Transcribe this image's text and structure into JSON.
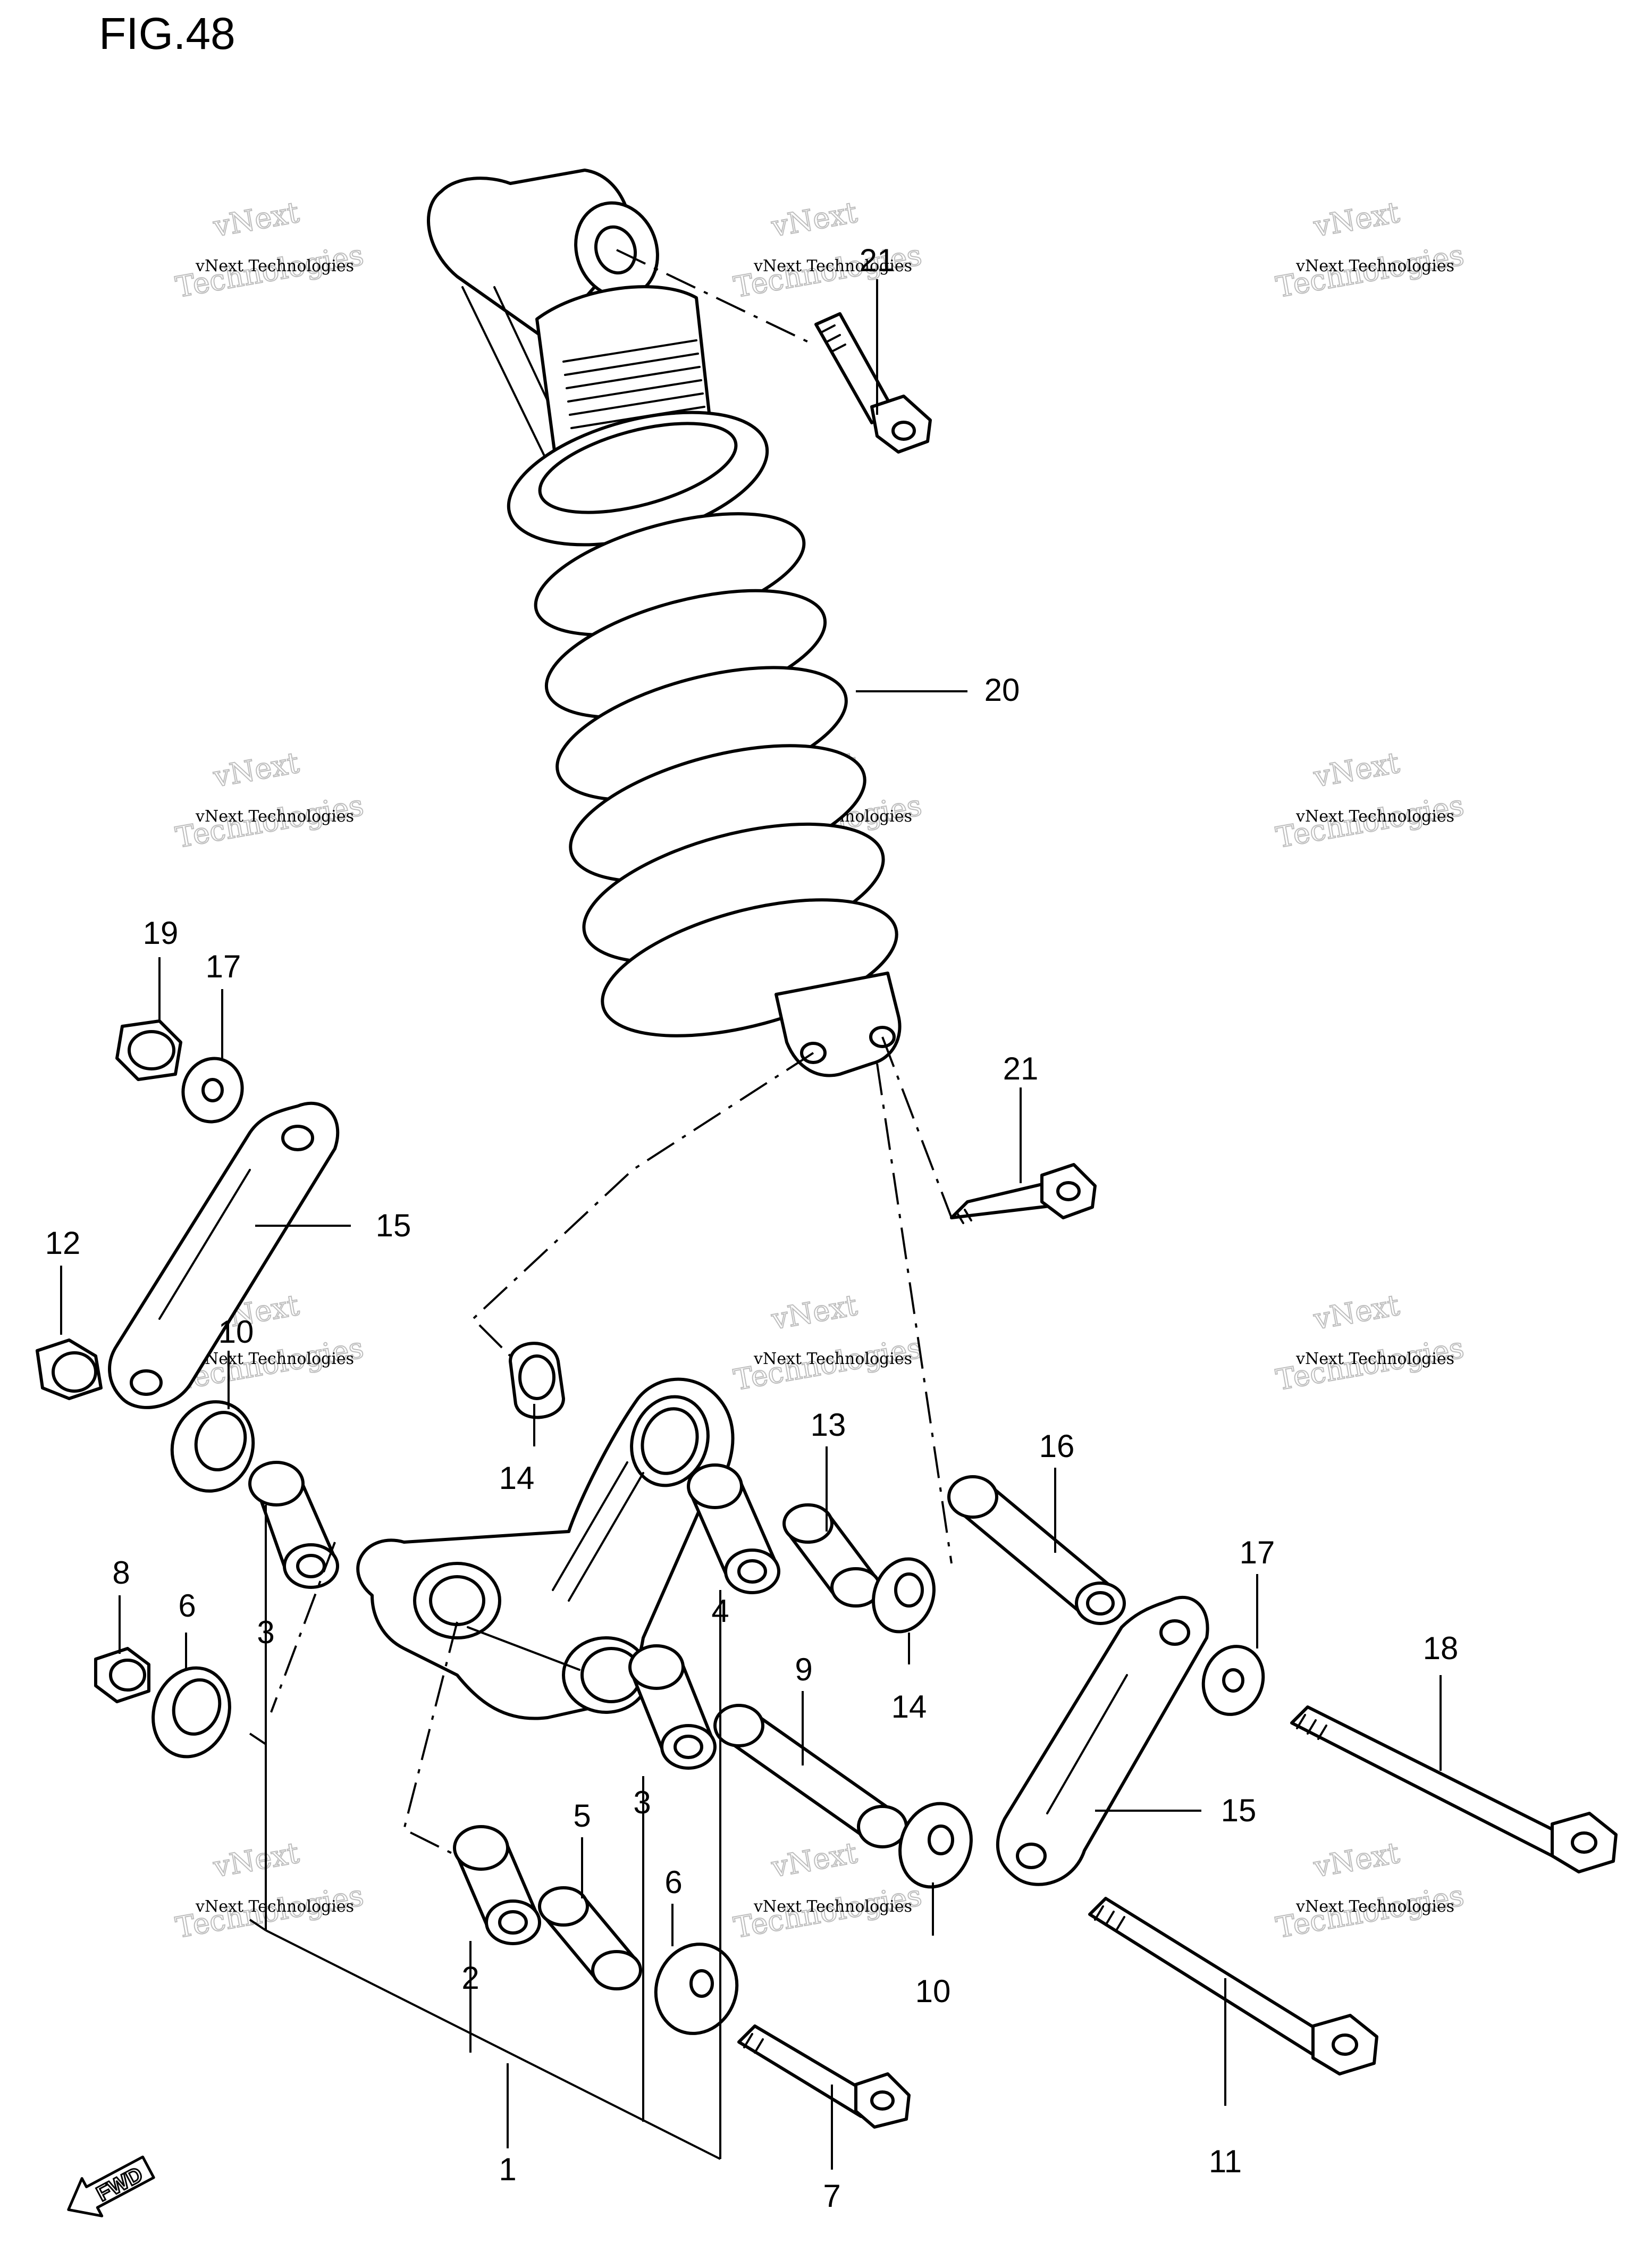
{
  "figure": {
    "title": "FIG.48"
  },
  "watermark": {
    "line1": "vNext Technologies",
    "line2_a": "vNext",
    "line2_b": "Technologies"
  },
  "fwd_badge": "FWD",
  "callouts": {
    "c1": "1",
    "c2": "2",
    "c3a": "3",
    "c3b": "3",
    "c4": "4",
    "c5": "5",
    "c6a": "6",
    "c6b": "6",
    "c7": "7",
    "c8": "8",
    "c9": "9",
    "c10a": "10",
    "c10b": "10",
    "c11": "11",
    "c12": "12",
    "c13": "13",
    "c14a": "14",
    "c14b": "14",
    "c15a": "15",
    "c15b": "15",
    "c16": "16",
    "c17a": "17",
    "c17b": "17",
    "c18": "18",
    "c19": "19",
    "c20": "20",
    "c21a": "21",
    "c21b": "21"
  }
}
